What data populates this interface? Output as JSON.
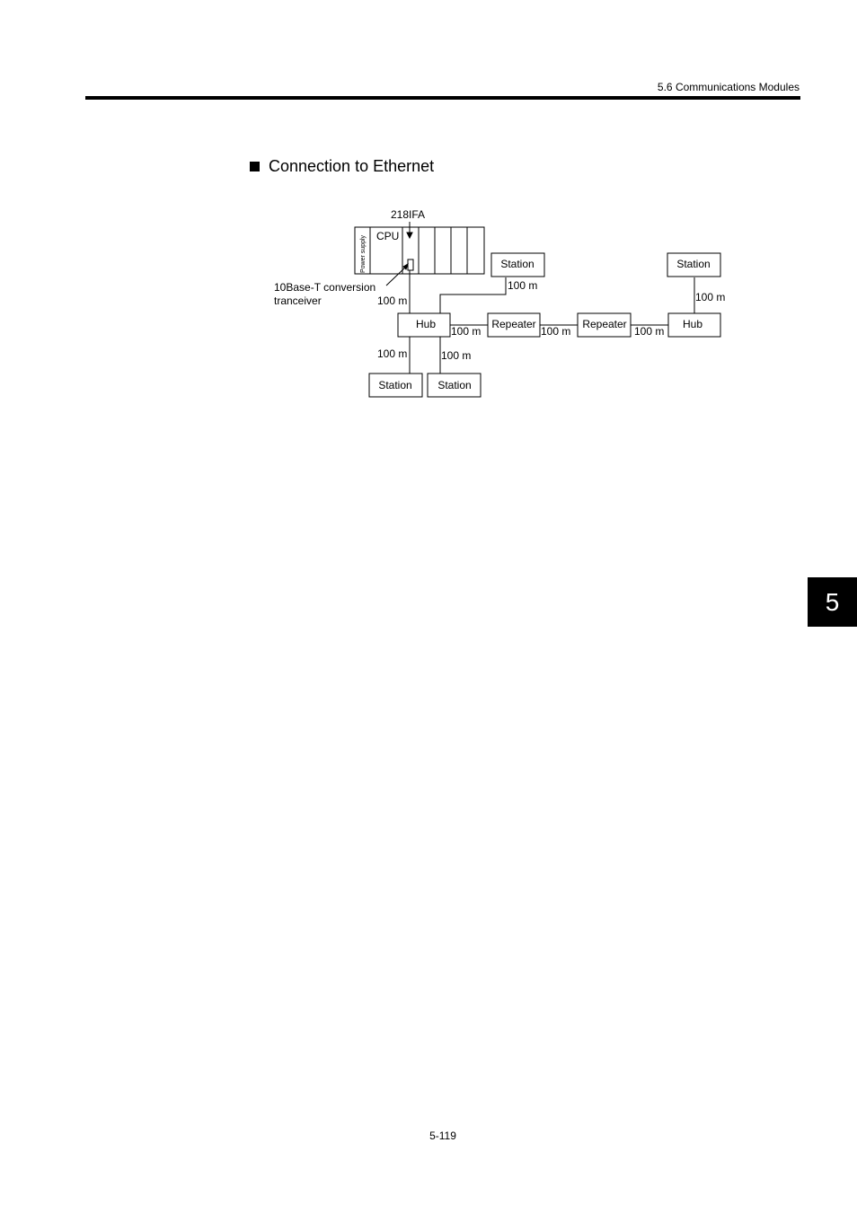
{
  "header": {
    "section": "5.6  Communications Modules"
  },
  "section": {
    "title": "Connection to Ethernet"
  },
  "diagram": {
    "module_label": "218IFA",
    "power_supply": "Power supply",
    "cpu": "CPU",
    "transceiver_line1": "10Base-T conversion",
    "transceiver_line2": "tranceiver",
    "station": "Station",
    "hub": "Hub",
    "repeater": "Repeater",
    "distance": "100 m"
  },
  "chapter_tab": "5",
  "page_number": "5-119"
}
